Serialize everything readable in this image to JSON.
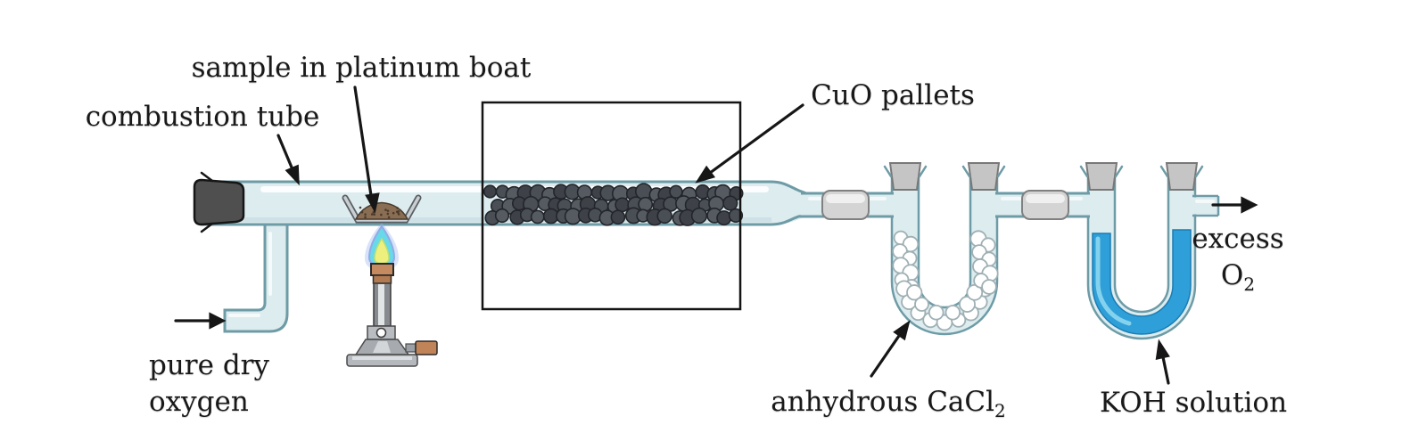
{
  "labels": {
    "sample_boat": "sample in platinum boat",
    "combustion_tube": "combustion tube",
    "cuo_pellets": "CuO pallets",
    "pure_dry_oxygen": {
      "line1": "pure dry",
      "line2": "oxygen"
    },
    "excess_o2": {
      "line1": "excess",
      "formula": "O",
      "subscript": "2"
    },
    "anhydrous_cacl2": {
      "text": "anhydrous CaCl",
      "subscript": "2"
    },
    "koh_solution": "KOH solution"
  },
  "colors": {
    "glass_fill": "#dcecef",
    "glass_outline": "#6d9ba6",
    "koh_liquid": "#2e9fd8",
    "cuo_pellet": "#4a4f56",
    "cacl2_pellet": "#ffffff",
    "rubber_stopper": "#4f4f4f",
    "cork_stopper": "#c5c5c5",
    "flame_outer": "#62d9e8",
    "flame_inner": "#eef07e",
    "copper": "#c08458",
    "arrow": "#161616"
  }
}
